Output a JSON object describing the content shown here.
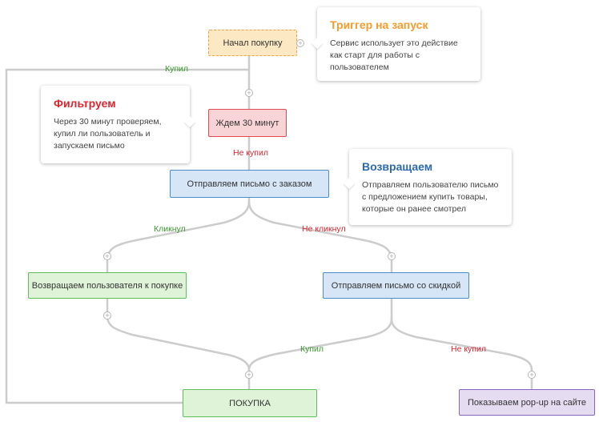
{
  "nodes": {
    "start": "Начал покупку",
    "wait": "Ждем 30 минут",
    "send_order": "Отправляем письмо с заказом",
    "return_user": "Возвращаем пользователя к покупке",
    "send_discount": "Отправляем письмо со скидкой",
    "purchase": "ПОКУПКА",
    "popup": "Показываем pop-up на сайте"
  },
  "cards": {
    "trigger": {
      "title": "Триггер на запуск",
      "text": "Сервис использует это действие как старт для работы с пользователем"
    },
    "filter": {
      "title": "Фильтруем",
      "text": "Через 30 минут проверяем, купил ли пользователь и запускаем письмо"
    },
    "returning": {
      "title": "Возвращаем",
      "text": "Отправляем пользователю письмо с предложением купить товары, которые он ранее смотрел"
    }
  },
  "edge_labels": {
    "bought_loop": "Купил",
    "not_bought": "Не купил",
    "clicked": "Кликнул",
    "not_clicked": "Не кликнул",
    "bought": "Купил",
    "not_bought_2": "Не купил"
  },
  "colors": {
    "orange": "#f39c2b",
    "red": "#d9262e",
    "blue": "#2a6aad",
    "green": "#3a9a2e",
    "purple": "#8a62c0",
    "line": "#cccccc"
  }
}
